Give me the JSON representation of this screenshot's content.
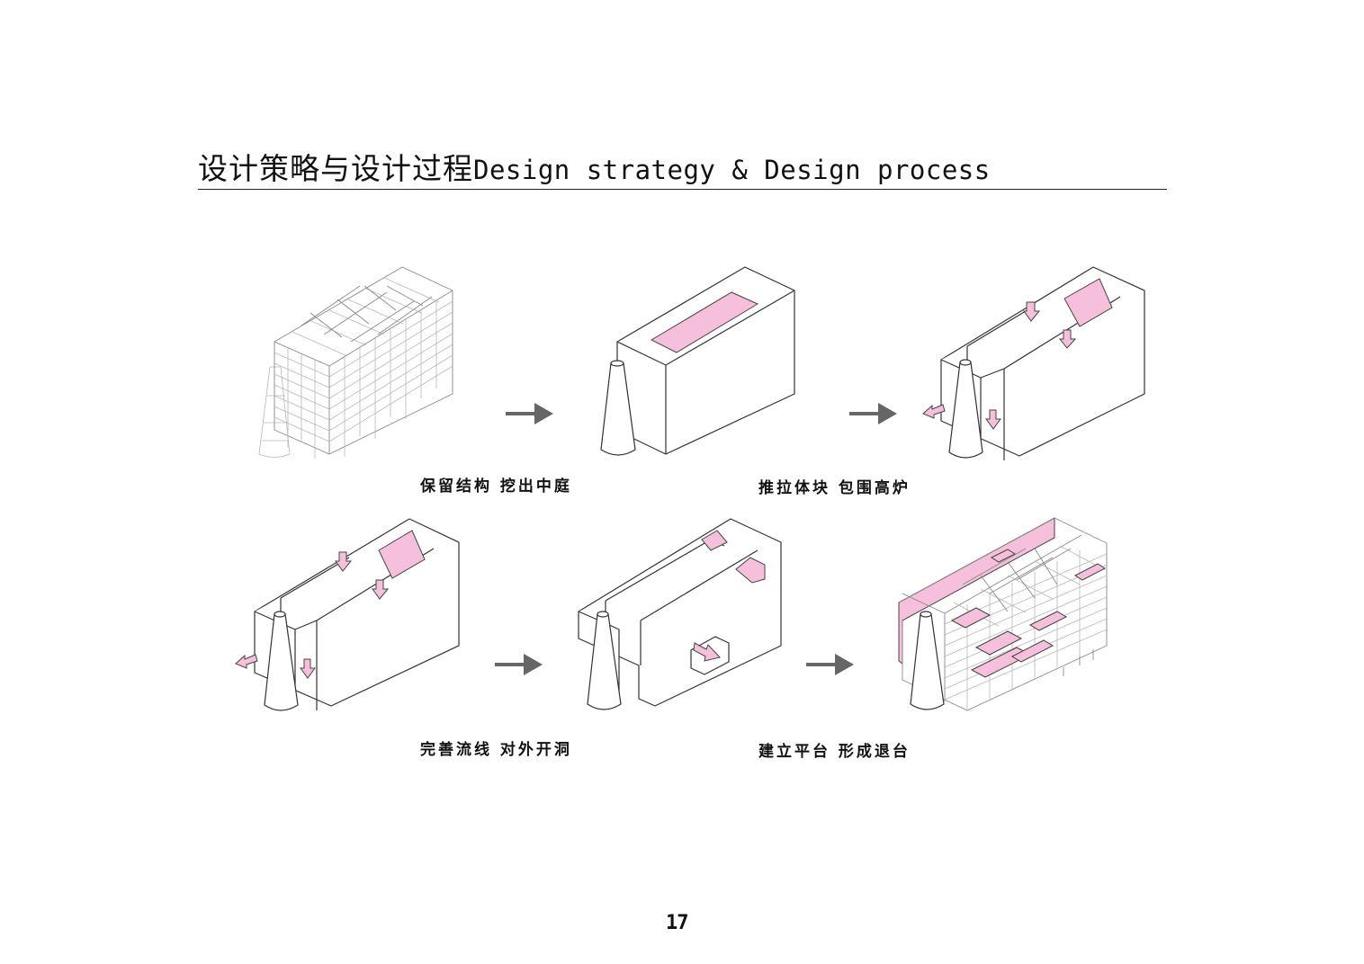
{
  "header": {
    "title_cn": "设计策略与设计过程",
    "title_en": "Design strategy & Design process"
  },
  "steps": [
    {
      "caption": "保留结构 挖出中庭"
    },
    {
      "caption": "推拉体块 包围高炉"
    },
    {
      "caption": "完善流线 对外开洞"
    },
    {
      "caption": "建立平台 形成退台"
    }
  ],
  "colors": {
    "accent": "#f6bfdc",
    "line": "#333333",
    "arrow": "#666666"
  },
  "icons": [
    "right-arrow-icon",
    "pink-push-arrow-icon"
  ],
  "footer": {
    "page_number": "17"
  }
}
